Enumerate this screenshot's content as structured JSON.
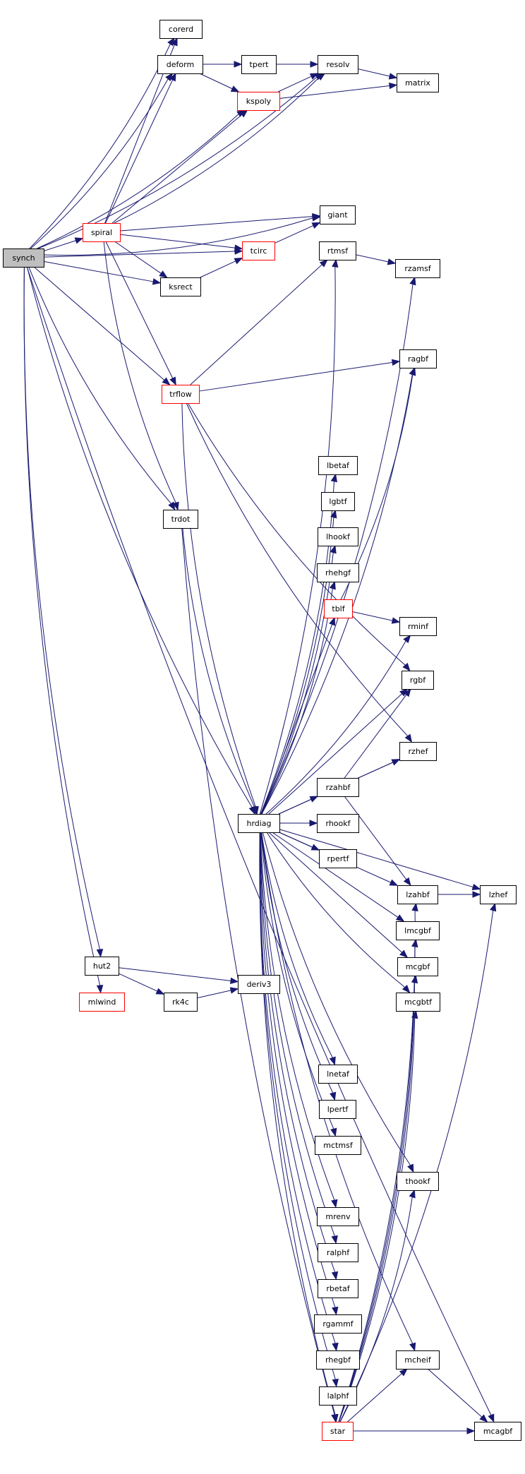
{
  "diagram": {
    "type": "call-graph",
    "root": "synch",
    "colors": {
      "edge": "#191970",
      "root_fill": "#bfbfbf",
      "node_border": "#000000",
      "incomplete_border": "#ff0000"
    },
    "nodes": [
      {
        "id": "synch",
        "label": "synch",
        "style": "root"
      },
      {
        "id": "corerd",
        "label": "corerd",
        "style": "normal"
      },
      {
        "id": "deform",
        "label": "deform",
        "style": "normal"
      },
      {
        "id": "tpert",
        "label": "tpert",
        "style": "normal"
      },
      {
        "id": "resolv",
        "label": "resolv",
        "style": "normal"
      },
      {
        "id": "matrix",
        "label": "matrix",
        "style": "normal"
      },
      {
        "id": "kspoly",
        "label": "kspoly",
        "style": "incomplete"
      },
      {
        "id": "spiral",
        "label": "spiral",
        "style": "incomplete"
      },
      {
        "id": "giant",
        "label": "giant",
        "style": "normal"
      },
      {
        "id": "tcirc",
        "label": "tcirc",
        "style": "incomplete"
      },
      {
        "id": "rtmsf",
        "label": "rtmsf",
        "style": "normal"
      },
      {
        "id": "rzamsf",
        "label": "rzamsf",
        "style": "normal"
      },
      {
        "id": "ksrect",
        "label": "ksrect",
        "style": "normal"
      },
      {
        "id": "trflow",
        "label": "trflow",
        "style": "incomplete"
      },
      {
        "id": "ragbf",
        "label": "ragbf",
        "style": "normal"
      },
      {
        "id": "trdot",
        "label": "trdot",
        "style": "normal"
      },
      {
        "id": "lbetaf",
        "label": "lbetaf",
        "style": "normal"
      },
      {
        "id": "lgbtf",
        "label": "lgbtf",
        "style": "normal"
      },
      {
        "id": "lhookf",
        "label": "lhookf",
        "style": "normal"
      },
      {
        "id": "rhehgf",
        "label": "rhehgf",
        "style": "normal"
      },
      {
        "id": "tblf",
        "label": "tblf",
        "style": "incomplete"
      },
      {
        "id": "rminf",
        "label": "rminf",
        "style": "normal"
      },
      {
        "id": "rgbf",
        "label": "rgbf",
        "style": "normal"
      },
      {
        "id": "rzhef",
        "label": "rzhef",
        "style": "normal"
      },
      {
        "id": "rzahbf",
        "label": "rzahbf",
        "style": "normal"
      },
      {
        "id": "hrdiag",
        "label": "hrdiag",
        "style": "normal"
      },
      {
        "id": "rhookf",
        "label": "rhookf",
        "style": "normal"
      },
      {
        "id": "rpertf",
        "label": "rpertf",
        "style": "normal"
      },
      {
        "id": "lzahbf",
        "label": "lzahbf",
        "style": "normal"
      },
      {
        "id": "lzhef",
        "label": "lzhef",
        "style": "normal"
      },
      {
        "id": "lmcgbf",
        "label": "lmcgbf",
        "style": "normal"
      },
      {
        "id": "mcgbf",
        "label": "mcgbf",
        "style": "normal"
      },
      {
        "id": "mcgbtf",
        "label": "mcgbtf",
        "style": "normal"
      },
      {
        "id": "hut2",
        "label": "hut2",
        "style": "normal"
      },
      {
        "id": "mlwind",
        "label": "mlwind",
        "style": "incomplete"
      },
      {
        "id": "deriv3",
        "label": "deriv3",
        "style": "normal"
      },
      {
        "id": "rk4c",
        "label": "rk4c",
        "style": "normal"
      },
      {
        "id": "lnetaf",
        "label": "lnetaf",
        "style": "normal"
      },
      {
        "id": "lpertf",
        "label": "lpertf",
        "style": "normal"
      },
      {
        "id": "mctmsf",
        "label": "mctmsf",
        "style": "normal"
      },
      {
        "id": "thookf",
        "label": "thookf",
        "style": "normal"
      },
      {
        "id": "mrenv",
        "label": "mrenv",
        "style": "normal"
      },
      {
        "id": "ralphf",
        "label": "ralphf",
        "style": "normal"
      },
      {
        "id": "rbetaf",
        "label": "rbetaf",
        "style": "normal"
      },
      {
        "id": "rgammf",
        "label": "rgammf",
        "style": "normal"
      },
      {
        "id": "rhegbf",
        "label": "rhegbf",
        "style": "normal"
      },
      {
        "id": "mcheif",
        "label": "mcheif",
        "style": "normal"
      },
      {
        "id": "lalphf",
        "label": "lalphf",
        "style": "normal"
      },
      {
        "id": "star",
        "label": "star",
        "style": "incomplete"
      },
      {
        "id": "mcagbf",
        "label": "mcagbf",
        "style": "normal"
      }
    ],
    "edges": [
      [
        "synch",
        "corerd"
      ],
      [
        "synch",
        "deform"
      ],
      [
        "synch",
        "resolv"
      ],
      [
        "synch",
        "kspoly"
      ],
      [
        "synch",
        "spiral"
      ],
      [
        "synch",
        "giant"
      ],
      [
        "synch",
        "tcirc"
      ],
      [
        "synch",
        "ksrect"
      ],
      [
        "synch",
        "trflow"
      ],
      [
        "synch",
        "trdot"
      ],
      [
        "synch",
        "hrdiag"
      ],
      [
        "synch",
        "hut2"
      ],
      [
        "synch",
        "mlwind"
      ],
      [
        "synch",
        "mcagbf"
      ],
      [
        "deform",
        "tpert"
      ],
      [
        "deform",
        "resolv"
      ],
      [
        "deform",
        "kspoly"
      ],
      [
        "resolv",
        "matrix"
      ],
      [
        "kspoly",
        "resolv"
      ],
      [
        "kspoly",
        "matrix"
      ],
      [
        "spiral",
        "corerd"
      ],
      [
        "spiral",
        "deform"
      ],
      [
        "spiral",
        "kspoly"
      ],
      [
        "spiral",
        "resolv"
      ],
      [
        "spiral",
        "giant"
      ],
      [
        "spiral",
        "tcirc"
      ],
      [
        "spiral",
        "ksrect"
      ],
      [
        "spiral",
        "trflow"
      ],
      [
        "spiral",
        "trdot"
      ],
      [
        "tcirc",
        "giant"
      ],
      [
        "ksrect",
        "tcirc"
      ],
      [
        "rtmsf",
        "rzamsf"
      ],
      [
        "trflow",
        "rtmsf"
      ],
      [
        "trflow",
        "ragbf"
      ],
      [
        "trflow",
        "rgbf"
      ],
      [
        "trflow",
        "rzhef"
      ],
      [
        "trflow",
        "hrdiag"
      ],
      [
        "trdot",
        "hrdiag"
      ],
      [
        "trdot",
        "star"
      ],
      [
        "tblf",
        "ragbf"
      ],
      [
        "tblf",
        "rminf"
      ],
      [
        "rzahbf",
        "rgbf"
      ],
      [
        "rzahbf",
        "rzhef"
      ],
      [
        "rzahbf",
        "lzahbf"
      ],
      [
        "hrdiag",
        "rtmsf"
      ],
      [
        "hrdiag",
        "rzamsf"
      ],
      [
        "hrdiag",
        "ragbf"
      ],
      [
        "hrdiag",
        "lbetaf"
      ],
      [
        "hrdiag",
        "lgbtf"
      ],
      [
        "hrdiag",
        "lhookf"
      ],
      [
        "hrdiag",
        "rhehgf"
      ],
      [
        "hrdiag",
        "tblf"
      ],
      [
        "hrdiag",
        "rminf"
      ],
      [
        "hrdiag",
        "rgbf"
      ],
      [
        "hrdiag",
        "rzhef"
      ],
      [
        "hrdiag",
        "rzahbf"
      ],
      [
        "hrdiag",
        "lzhef"
      ],
      [
        "hrdiag",
        "rhookf"
      ],
      [
        "hrdiag",
        "rpertf"
      ],
      [
        "hrdiag",
        "lzahbf"
      ],
      [
        "hrdiag",
        "lmcgbf"
      ],
      [
        "hrdiag",
        "mcgbf"
      ],
      [
        "hrdiag",
        "mcgbtf"
      ],
      [
        "hrdiag",
        "lnetaf"
      ],
      [
        "hrdiag",
        "lpertf"
      ],
      [
        "hrdiag",
        "mctmsf"
      ],
      [
        "hrdiag",
        "thookf"
      ],
      [
        "hrdiag",
        "mrenv"
      ],
      [
        "hrdiag",
        "ralphf"
      ],
      [
        "hrdiag",
        "rbetaf"
      ],
      [
        "hrdiag",
        "rgammf"
      ],
      [
        "hrdiag",
        "rhegbf"
      ],
      [
        "hrdiag",
        "mcheif"
      ],
      [
        "hrdiag",
        "lalphf"
      ],
      [
        "hrdiag",
        "star"
      ],
      [
        "lzahbf",
        "lzhef"
      ],
      [
        "hut2",
        "deriv3"
      ],
      [
        "hut2",
        "rk4c"
      ],
      [
        "rk4c",
        "deriv3"
      ],
      [
        "star",
        "lzahbf"
      ],
      [
        "star",
        "lmcgbf"
      ],
      [
        "star",
        "mcgbf"
      ],
      [
        "star",
        "mcgbtf"
      ],
      [
        "star",
        "thookf"
      ],
      [
        "star",
        "mcheif"
      ],
      [
        "star",
        "lzhef"
      ],
      [
        "star",
        "mcagbf"
      ],
      [
        "mcheif",
        "mcagbf"
      ]
    ]
  }
}
